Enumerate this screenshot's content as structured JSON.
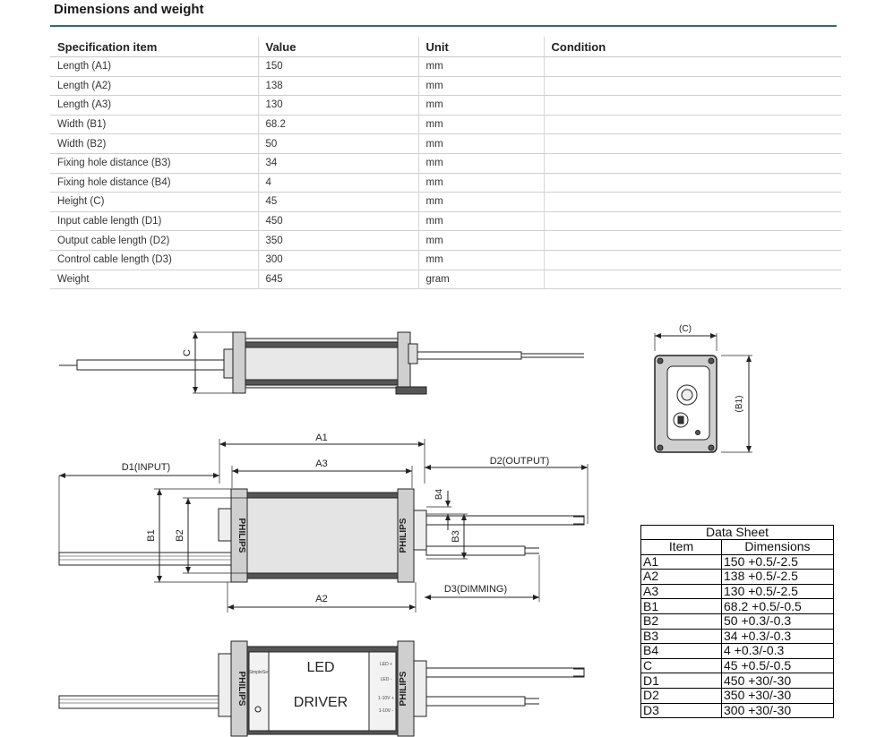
{
  "section": {
    "title": "Dimensions and weight"
  },
  "spec_table": {
    "headers": [
      "Specification item",
      "Value",
      "Unit",
      "Condition"
    ],
    "rows": [
      [
        "Length (A1)",
        "150",
        "mm",
        ""
      ],
      [
        "Length (A2)",
        "138",
        "mm",
        ""
      ],
      [
        "Length (A3)",
        "130",
        "mm",
        ""
      ],
      [
        "Width (B1)",
        "68.2",
        "mm",
        ""
      ],
      [
        "Width (B2)",
        "50",
        "mm",
        ""
      ],
      [
        "Fixing hole distance (B3)",
        "34",
        "mm",
        ""
      ],
      [
        "Fixing hole distance (B4)",
        "4",
        "mm",
        ""
      ],
      [
        "Height (C)",
        "45",
        "mm",
        ""
      ],
      [
        "Input cable length (D1)",
        "450",
        "mm",
        ""
      ],
      [
        "Output cable length (D2)",
        "350",
        "mm",
        ""
      ],
      [
        "Control cable length (D3)",
        "300",
        "mm",
        ""
      ],
      [
        "Weight",
        "645",
        "gram",
        ""
      ]
    ]
  },
  "drawing": {
    "labels": {
      "c": "C",
      "c_paren": "(C)",
      "b1_paren": "(B1)",
      "a1": "A1",
      "a2": "A2",
      "a3": "A3",
      "b1": "B1",
      "b2": "B2",
      "b3": "B3",
      "b4": "B4",
      "d1": "D1(INPUT)",
      "d2": "D2(OUTPUT)",
      "d3": "D3(DIMMING)"
    },
    "brand": "PHILIPS",
    "module": {
      "line1": "LED",
      "line2": "DRIVER",
      "simpleset": "SimpleSet"
    },
    "terminals": {
      "led_plus": "LED +",
      "led_minus": "LED -",
      "dim_plus": "1-10V +",
      "dim_minus": "1-10V -"
    }
  },
  "data_sheet": {
    "title": "Data Sheet",
    "headers": [
      "Item",
      "Dimensions"
    ],
    "rows": [
      [
        "A1",
        "150 +0.5/-2.5"
      ],
      [
        "A2",
        "138 +0.5/-2.5"
      ],
      [
        "A3",
        "130 +0.5/-2.5"
      ],
      [
        "B1",
        "68.2 +0.5/-0.5"
      ],
      [
        "B2",
        "50 +0.3/-0.3"
      ],
      [
        "B3",
        "34 +0.3/-0.3"
      ],
      [
        "B4",
        "4 +0.3/-0.3"
      ],
      [
        "C",
        "45 +0.5/-0.5"
      ],
      [
        "D1",
        "450 +30/-30"
      ],
      [
        "D2",
        "350 +30/-30"
      ],
      [
        "D3",
        "300 +30/-30"
      ]
    ]
  }
}
